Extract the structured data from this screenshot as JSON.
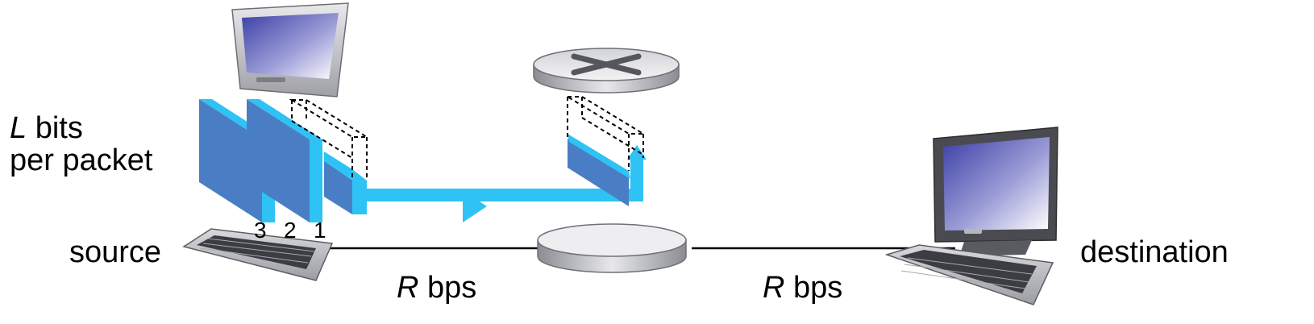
{
  "labels": {
    "packet_size_var": "L",
    "packet_size_rest": "bits",
    "packet_size_line2": "per packet",
    "source": "source",
    "destination": "destination",
    "link_rate_var": "R",
    "link_rate_unit": "bps"
  },
  "packet_numbers": [
    "3",
    "2",
    "1"
  ],
  "colors": {
    "packet_front": "#4a7ec4",
    "packet_edge": "#2ec3f4",
    "arrow": "#2ec3f4",
    "link": "#000000"
  },
  "icons": {
    "source_host": "computer-icon",
    "router": "router-icon",
    "destination_host": "computer-icon"
  }
}
